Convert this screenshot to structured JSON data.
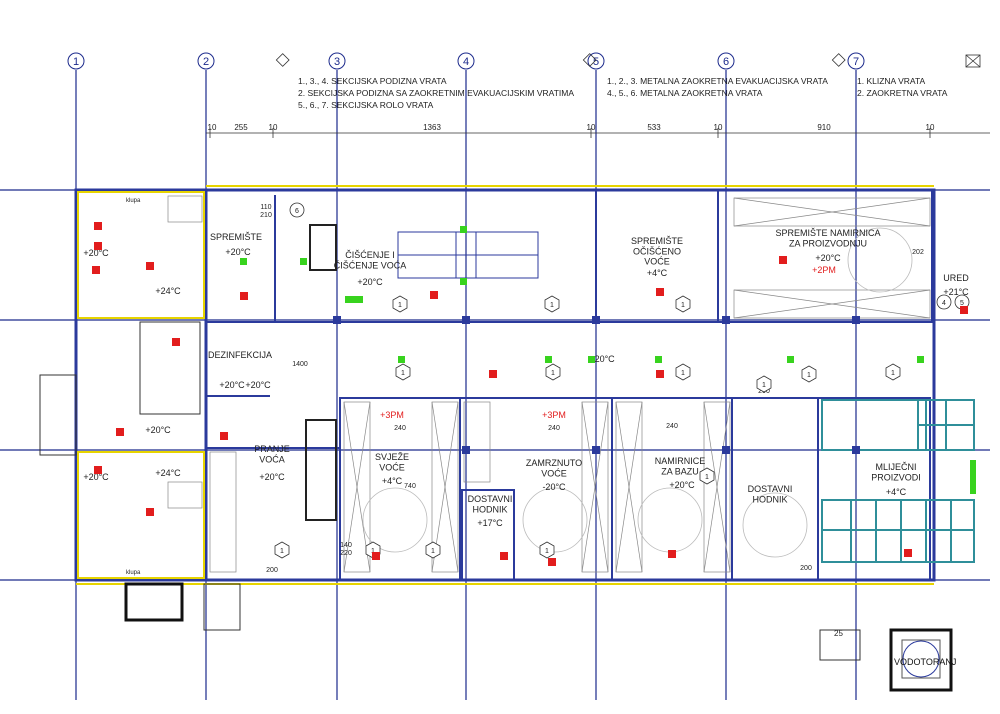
{
  "grid_axes": [
    "1",
    "2",
    "3",
    "4",
    "5",
    "6",
    "7"
  ],
  "legend": {
    "left": [
      "1., 3., 4. SEKCIJSKA PODIZNA VRATA",
      "2. SEKCIJSKA PODIZNA SA ZAOKRETNIM EVAKUACIJSKIM VRATIMA",
      "5., 6., 7. SEKCIJSKA ROLO VRATA"
    ],
    "middle": [
      "1., 2., 3. METALNA ZAOKRETNA EVAKUACIJSKA VRATA",
      "4., 5., 6. METALNA ZAOKRETNA VRATA"
    ],
    "right": [
      "1. KLIZNA VRATA",
      "2. ZAOKRETNA VRATA"
    ]
  },
  "dimensions": [
    "10",
    "255",
    "10",
    "1363",
    "10",
    "533",
    "10",
    "910",
    "10"
  ],
  "rooms": [
    {
      "name": "SPREMIŠTE",
      "temp": "+20°C"
    },
    {
      "name": "ČIŠĆENJE I\nČIŠĆENJE VOĆA",
      "temp": "+20°C"
    },
    {
      "name": "SPREMIŠTE\nOČIŠĆENO\nVOĆE",
      "temp": "+4°C"
    },
    {
      "name": "SPREMIŠTE NAMIRNICA\nZA PROIZVODNJU",
      "temp": "+20°C",
      "extra": "+2PM"
    },
    {
      "name": "URED",
      "temp": "+21°C"
    },
    {
      "name": "DEZINFEKCIJA",
      "temp": "+20°C"
    },
    {
      "name": "PRANJE\nVOĆA",
      "temp": "+20°C"
    },
    {
      "name": "SVJEŽE\nVOĆE",
      "temp": "+4°C",
      "extra": "+3PM"
    },
    {
      "name": "ZAMRZNUTO\nVOĆE",
      "temp": "-20°C",
      "extra": "+3PM"
    },
    {
      "name": "NAMIRNICE\nZA BAZU",
      "temp": "+20°C"
    },
    {
      "name": "DOSTAVNI\nHODNIK",
      "temp": ""
    },
    {
      "name": "MLIJEČNI\nPROIZVODI",
      "temp": "+4°C"
    },
    {
      "name": "DOSTAVNI\nHODNIK",
      "temp": "+17°C"
    },
    {
      "name": "",
      "temp": "+24°C"
    },
    {
      "name": "",
      "temp": "+24°C"
    },
    {
      "name": "",
      "temp": "+20°C"
    },
    {
      "name": "",
      "temp": "+20°C"
    },
    {
      "name": "",
      "temp": "+20°C"
    },
    {
      "name": "",
      "temp": "+20°C"
    }
  ],
  "corridor_temp": "+20°C",
  "inner_dims": [
    "110",
    "210",
    "240",
    "240",
    "240",
    "140",
    "220",
    "200",
    "200",
    "200",
    "202",
    "740",
    "1400"
  ],
  "door_tags": [
    "6",
    "1",
    "1",
    "1",
    "1",
    "1",
    "1",
    "1",
    "1",
    "1",
    "1",
    "1",
    "1",
    "1",
    "1",
    "4",
    "5"
  ],
  "kupo_label": "klupa",
  "water_tower": "VODOTORANJ",
  "scale_mark": "25",
  "colors": {
    "wall": "#2b3a9c",
    "grid": "#1c2a8c",
    "marker": "#e21d1d",
    "green": "#38d31e",
    "yellow": "#e7d400",
    "teal": "#2f8f9a"
  }
}
